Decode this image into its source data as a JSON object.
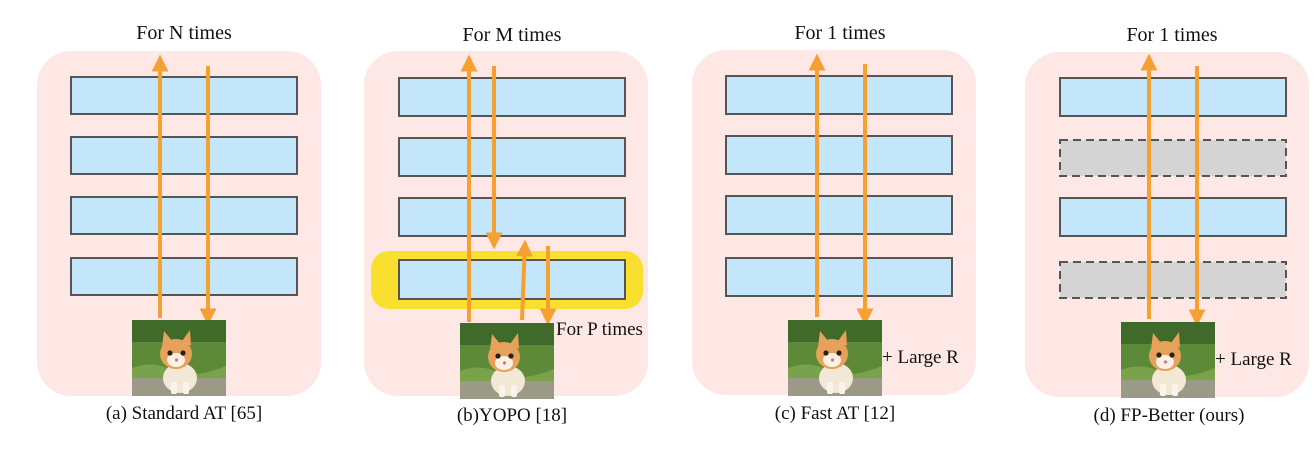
{
  "colors": {
    "panel_bg": "#fde8e6",
    "layer_fill": "#c3e6fa",
    "layer_stroke": "#555555",
    "skipped_fill": "#d4d4d4",
    "arrow": "#f5a031",
    "highlight": "#f9e02e"
  },
  "panels": [
    {
      "id": "a",
      "top_label": "For N times",
      "caption": "(a) Standard AT [65]",
      "side_label": "",
      "inner_label": ""
    },
    {
      "id": "b",
      "top_label": "For M times",
      "caption": "(b)YOPO [18]",
      "side_label": "",
      "inner_label": "For P times"
    },
    {
      "id": "c",
      "top_label": "For 1 times",
      "caption": "(c) Fast AT [12]",
      "side_label": "+ Large R",
      "inner_label": ""
    },
    {
      "id": "d",
      "top_label": "For 1 times",
      "caption": "(d) FP-Better (ours)",
      "side_label": "+ Large R",
      "inner_label": ""
    }
  ],
  "icons": {
    "input_image": "kitten-photo"
  }
}
